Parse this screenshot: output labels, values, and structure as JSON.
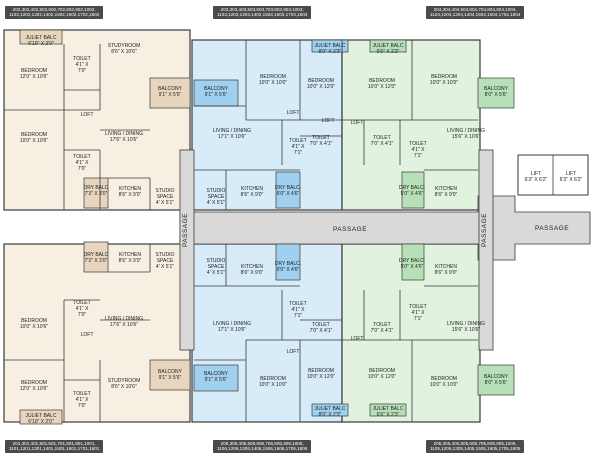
{
  "flat_groups": {
    "top_left": {
      "line1": "202,302,402,502,602,702,802,902,1002,",
      "line2": "1102,1202,1302,1402,1502,1602,1702,1802"
    },
    "top_mid": {
      "line1": "203,303,403,503,603,703,803,903,1003,",
      "line2": "1103,1203,1303,1403,1503,1603,1703,1803"
    },
    "top_right": {
      "line1": "204,304,404,504,604,704,804,904,1004,",
      "line2": "1104,1204,1304,1404,1504,1604,1704,1804"
    },
    "bot_left": {
      "line1": "201,301,401,501,601,701,801,901,1001,",
      "line2": "1101,1201,1301,1401,1501,1601,1701,1801"
    },
    "bot_mid": {
      "line1": "206,306,406,506,606,706,806,906,1006,",
      "line2": "1106,1206,1306,1406,1506,1606,1706,1806"
    },
    "bot_right": {
      "line1": "205,305,405,505,605,705,805,905,1005,",
      "line2": "1105,1205,1305,1405,1505,1605,1705,1805"
    }
  },
  "labels": {
    "tl_juliet": {
      "t": "JULIET BALC",
      "d": "6'10\" X 2'0\""
    },
    "tl_bed1": {
      "t": "BEDROOM",
      "d": "12'0\" X 10'6\""
    },
    "tl_toilet1": {
      "t": "TOILET",
      "d": "4'1\" X",
      "d2": "7'0\""
    },
    "tl_study": {
      "t": "STUDYROOM",
      "d": "8'6\" X 10'6\""
    },
    "tl_balcony": {
      "t": "BALCONY",
      "d": "9'1\" X 5'6\""
    },
    "tl_bed2": {
      "t": "BEDROOM",
      "d": "10'0\" X 10'6\""
    },
    "tl_loft1": {
      "t": "LOFT"
    },
    "tl_toilet2": {
      "t": "TOILET",
      "d": "4'1\" X",
      "d2": "7'0\""
    },
    "tl_living": {
      "t": "LIVING / DINING",
      "d": "17'6\" X 10'6\""
    },
    "tl_drybalc": {
      "t": "DRY BALC",
      "d": "7'3\" X 3'0\""
    },
    "tl_kitchen": {
      "t": "KITCHEN",
      "d": "8'6\" X 9'0\""
    },
    "tl_studio": {
      "t": "STUDIO",
      "d": "SPACE",
      "d2": "4' X 5'1\""
    },
    "tm_juliet": {
      "t": "JULIET BALC",
      "d": "8'0\" X 2'3\""
    },
    "tm_balcony": {
      "t": "BALCONY",
      "d": "9'1\" X 5'6\""
    },
    "tm_bed1": {
      "t": "BEDROOM",
      "d": "10'0\" X 10'0\""
    },
    "tm_bed2": {
      "t": "BEDROOM",
      "d": "10'0\" X 12'0\""
    },
    "tm_loft": {
      "t": "LOFT"
    },
    "tm_living": {
      "t": "LIVING / DINING",
      "d": "17'1\" X 10'6\""
    },
    "tm_toilet1": {
      "t": "TOILET",
      "d": "7'0\" X 4'1\""
    },
    "tm_toilet2": {
      "t": "TOILET",
      "d": "4'1\" X",
      "d2": "7'1\""
    },
    "tm_loft2": {
      "t": "LOFT"
    },
    "tm_studio": {
      "t": "STUDIO",
      "d": "SPACE",
      "d2": "4' X 5'1\""
    },
    "tm_kitchen": {
      "t": "KITCHEN",
      "d": "8'6\" X 9'0\""
    },
    "tm_drybalc": {
      "t": "DRY BALC.",
      "d": "5'0\" X 4'6\""
    },
    "tr_juliet": {
      "t": "JULIET BALC",
      "d": "6'6\" X 2'3\""
    },
    "tr_bed1": {
      "t": "BEDROOM",
      "d": "10'0\" X 12'0\""
    },
    "tr_bed2": {
      "t": "BEDROOM",
      "d": "10'0\" X 10'0\""
    },
    "tr_balcony": {
      "t": "BALCONY",
      "d": "8'0\" X 5'6\""
    },
    "tr_loft": {
      "t": "LOFT"
    },
    "tr_toilet1": {
      "t": "TOILET",
      "d": "7'0\" X 4'1\""
    },
    "tr_toilet2": {
      "t": "TOILET",
      "d": "4'1\" X",
      "d2": "7'1\""
    },
    "tr_living": {
      "t": "LIVING / DINING",
      "d": "15'6\" X 10'6\""
    },
    "tr_drybalc": {
      "t": "DRY BALC.",
      "d": "5'0\" X 4'6\""
    },
    "tr_kitchen": {
      "t": "KITCHEN",
      "d": "8'6\" X 9'0\""
    },
    "lift1": {
      "t": "LIFT",
      "d": "6'3\" X 6'2\""
    },
    "lift2": {
      "t": "LIFT",
      "d": "6'3\" X 6'2\""
    },
    "passage_h": {
      "t": "PASSAGE"
    },
    "passage_r": {
      "t": "PASSAGE"
    },
    "passage_vl": {
      "t": "PASSAGE"
    },
    "passage_vr": {
      "t": "PASSAGE"
    },
    "bl_drybalc": {
      "t": "DRY BALC",
      "d": "7'3\" X 3'0\""
    },
    "bl_kitchen": {
      "t": "KITCHEN",
      "d": "8'6\" X 9'0\""
    },
    "bl_studio": {
      "t": "STUDIO",
      "d": "SPACE",
      "d2": "4' X 5'1\""
    },
    "bl_toilet1": {
      "t": "TOILET",
      "d": "4'1\" X",
      "d2": "7'0\""
    },
    "bl_bed1": {
      "t": "BEDROOM",
      "d": "10'0\" X 10'6\""
    },
    "bl_loft": {
      "t": "LOFT"
    },
    "bl_living": {
      "t": "LIVING / DINING",
      "d": "17'6\" X 10'6\""
    },
    "bl_balcony": {
      "t": "BALCONY",
      "d": "9'1\" X 5'6\""
    },
    "bl_bed2": {
      "t": "BEDROOM",
      "d": "12'0\" X 10'6\""
    },
    "bl_toilet2": {
      "t": "TOILET",
      "d": "4'1\" X",
      "d2": "7'0\""
    },
    "bl_study": {
      "t": "STUDYROOM",
      "d": "8'6\" X 10'6\""
    },
    "bl_juliet": {
      "t": "JULIET BALC",
      "d": "6'10\" X 2'0\""
    },
    "bm_studio": {
      "t": "STUDIO",
      "d": "SPACE",
      "d2": "4' X 5'1\""
    },
    "bm_kitchen": {
      "t": "KITCHEN",
      "d": "8'6\" X 9'0\""
    },
    "bm_drybalc": {
      "t": "DRY BALC.",
      "d": "5'0\" X 4'6\""
    },
    "bm_toilet1": {
      "t": "TOILET",
      "d": "4'1\" X",
      "d2": "7'1\""
    },
    "bm_toilet2": {
      "t": "TOILET",
      "d": "7'0\" X 4'1\""
    },
    "bm_living": {
      "t": "LIVING / DINING",
      "d": "17'1\" X 10'6\""
    },
    "bm_loft": {
      "t": "LOFT"
    },
    "bm_balcony": {
      "t": "BALCONY",
      "d": "9'1\" X 5'6\""
    },
    "bm_bed1": {
      "t": "BEDROOM",
      "d": "10'0\" X 10'0\""
    },
    "bm_bed2": {
      "t": "BEDROOM",
      "d": "10'0\" X 12'0\""
    },
    "bm_juliet": {
      "t": "JULIET BALC",
      "d": "8'0\" X 2'3\""
    },
    "br_drybalc": {
      "t": "DRY BALC.",
      "d": "5'0\" X 4'6\""
    },
    "br_kitchen": {
      "t": "KITCHEN",
      "d": "8'6\" X 9'0\""
    },
    "br_toilet1": {
      "t": "TOILET",
      "d": "7'0\" X 4'1\""
    },
    "br_toilet2": {
      "t": "TOILET",
      "d": "4'1\" X",
      "d2": "7'1\""
    },
    "br_living": {
      "t": "LIVING / DINING",
      "d": "15'6\" X 10'6\""
    },
    "br_loft": {
      "t": "LOFT"
    },
    "br_bed1": {
      "t": "BEDROOM",
      "d": "10'0\" X 12'0\""
    },
    "br_bed2": {
      "t": "BEDROOM",
      "d": "10'0\" X 10'0\""
    },
    "br_balcony": {
      "t": "BALCONY",
      "d": "8'0\" X 5'6\""
    },
    "br_juliet": {
      "t": "JULIET BALC",
      "d": "6'6\" X 2'3\""
    }
  },
  "colors": {
    "left_unit": "#f6efe2",
    "mid_unit": "#d7ebf8",
    "right_unit": "#e1f2df",
    "balcony_left": "#e7d6bd",
    "balcony_mid": "#9fd0ef",
    "balcony_right": "#b8e0b8",
    "passage": "#d9d9d9",
    "wall": "#3a3a3a",
    "badge": "#4a4a4a"
  }
}
